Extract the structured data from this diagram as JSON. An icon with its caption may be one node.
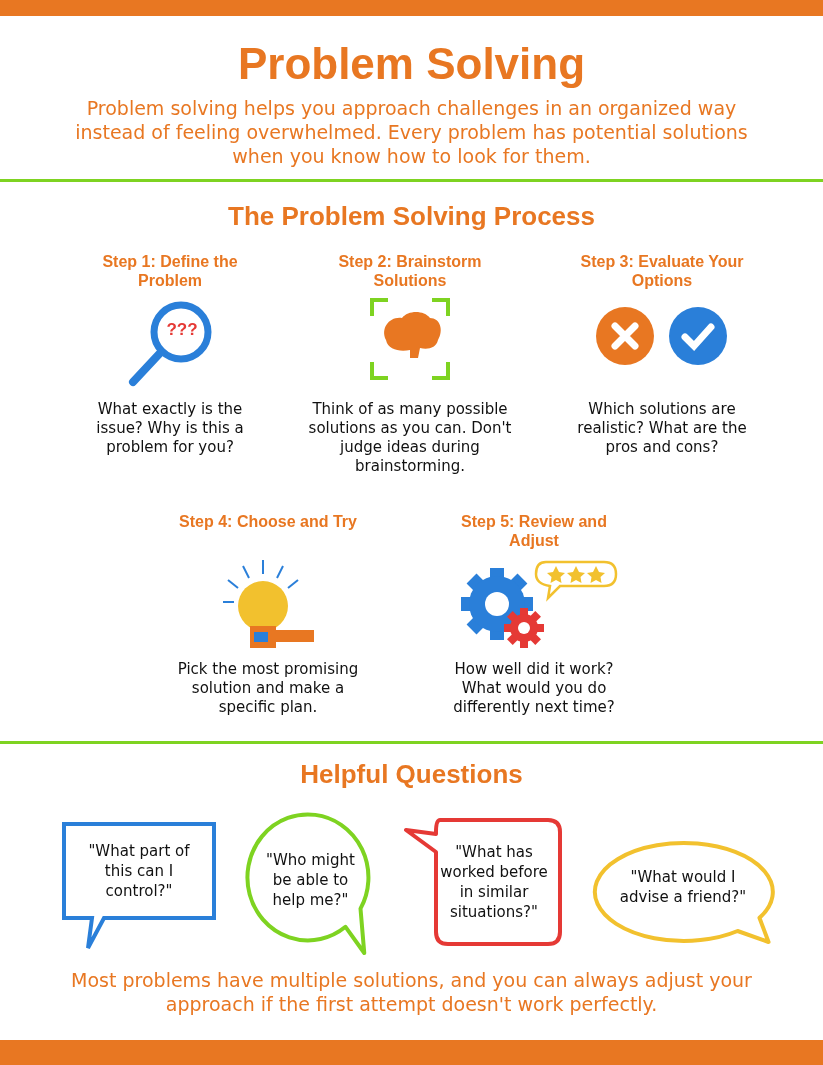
{
  "diagram": {
    "title": "Problem Solving",
    "nodes": [
      {
        "text": [
          "Step 1: Define the Problem",
          "What exactly is the issue? Why is this a problem for you?"
        ]
      },
      {
        "text": [
          "Step 2: Brainstorm Solutions",
          "Think of as many possible solutions as you can. Don't judge ideas during brainstorming."
        ]
      },
      {
        "text": [
          "Step 3: Evaluate Your Options",
          "Which solutions are realistic? What are the pros and cons?"
        ]
      },
      {
        "text": [
          "Step 4: Choose and Try",
          "Pick the most promising solution and make a specific plan."
        ]
      },
      {
        "text": [
          "Step 5: Review and Adjust",
          "How well did it work? What would you do differently next time?"
        ]
      },
      {
        "text": [
          "\"What part of this can I control?\""
        ]
      },
      {
        "text": [
          "\"Who might be able to help me?\""
        ]
      },
      {
        "text": [
          "\"What has worked before in similar situations?\""
        ]
      },
      {
        "text": [
          "\"What would I advise a friend?\""
        ]
      },
      {
        "text": [],
        "shape": "bar"
      },
      {
        "text": [],
        "shape": "bar"
      }
    ],
    "labels": [
      "Problem solving helps you approach challenges in an organized way instead of feeling overwhelmed. Every problem has potential solutions when you know how to look for them.",
      "The Problem Solving Process",
      "???",
      "Helpful Questions",
      "Most problems have multiple solutions, and you can always adjust your approach if the first attempt doesn't work perfectly."
    ]
  }
}
